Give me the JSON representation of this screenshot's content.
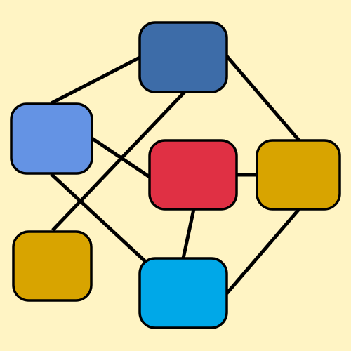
{
  "background_color": "#fff4c4",
  "stroke_color": "#000000",
  "nodes": [
    {
      "id": "dark-blue",
      "color": "#3d6ca8"
    },
    {
      "id": "light-blue",
      "color": "#6493e4"
    },
    {
      "id": "red",
      "color": "#e03044"
    },
    {
      "id": "gold-right",
      "color": "#d8a400"
    },
    {
      "id": "gold-left",
      "color": "#d8a400"
    },
    {
      "id": "cyan",
      "color": "#00a8e8"
    }
  ],
  "edges": [
    {
      "from": "dark-blue",
      "to": "light-blue"
    },
    {
      "from": "dark-blue",
      "to": "gold-right"
    },
    {
      "from": "dark-blue",
      "to": "gold-left"
    },
    {
      "from": "light-blue",
      "to": "red"
    },
    {
      "from": "light-blue",
      "to": "cyan"
    },
    {
      "from": "red",
      "to": "gold-right"
    },
    {
      "from": "red",
      "to": "cyan"
    },
    {
      "from": "gold-right",
      "to": "cyan"
    }
  ]
}
